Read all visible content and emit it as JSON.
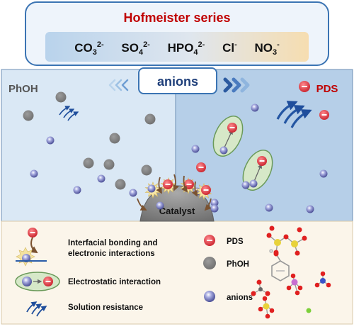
{
  "title": "Hofmeister series",
  "series": [
    {
      "base": "CO",
      "sub": "3",
      "sup": "2-"
    },
    {
      "base": "SO",
      "sub": "4",
      "sup": "2-"
    },
    {
      "base": "HPO",
      "sub": "4",
      "sup": "2-"
    },
    {
      "base": "Cl",
      "sub": "",
      "sup": "-"
    },
    {
      "base": "NO",
      "sub": "3",
      "sup": "-"
    }
  ],
  "tab_label": "anions",
  "left_label": "PhOH",
  "right_label": "PDS",
  "catalyst_label": "Catalyst",
  "legend": {
    "interfacial": [
      "Interfacial bonding and",
      "electronic interactions"
    ],
    "electrostatic": "Electrostatic interaction",
    "resistance": "Solution resistance",
    "pds": "PDS",
    "phoh": "PhOH",
    "anions": "anions"
  },
  "colors": {
    "title_red": "#c00000",
    "left_panel": "#dae8f5",
    "right_panel": "#b6cfe8",
    "phoh_gray": "#7d7d7d",
    "pds_red": "#d6303a",
    "anion_purple": "#6a6fb5",
    "arrow_blue": "#1f4e9c",
    "catalyst_gray": "#8a8a8a",
    "legend_bg": "#fbf5ea"
  }
}
